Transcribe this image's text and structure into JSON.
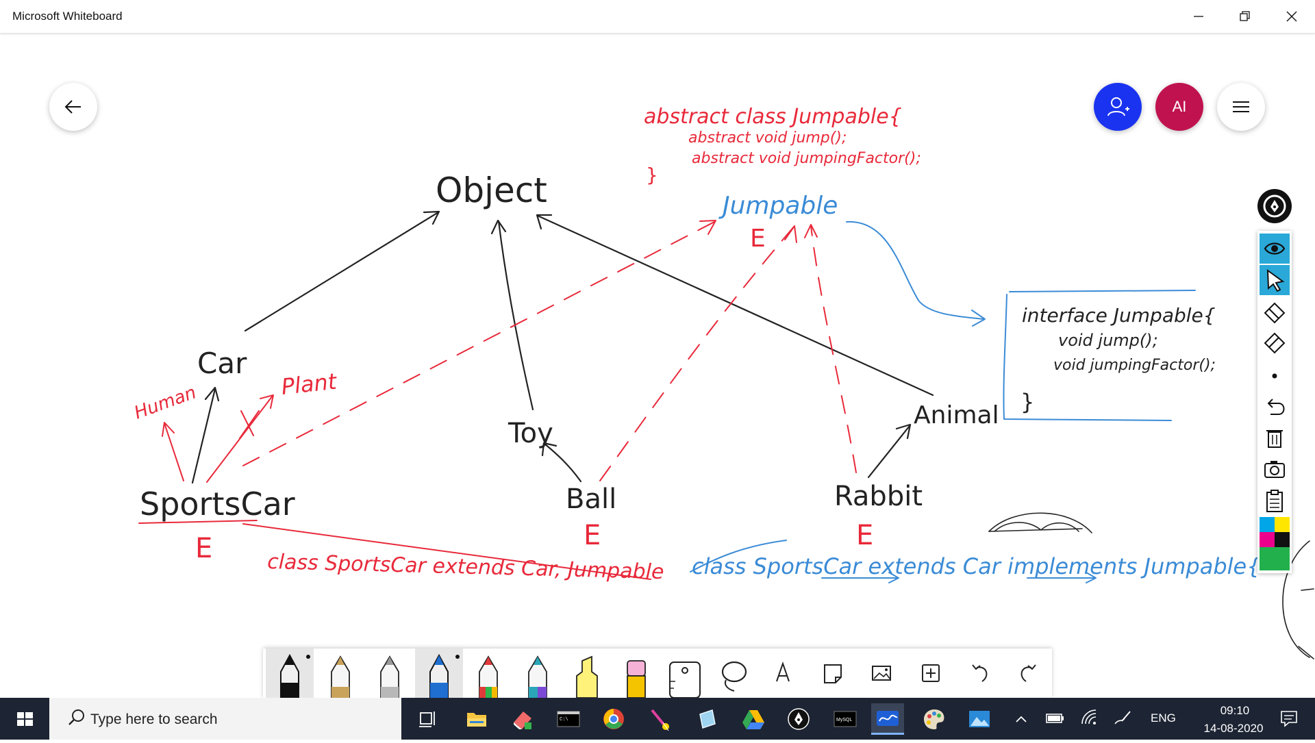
{
  "window": {
    "title": "Microsoft Whiteboard",
    "minimize_label": "Minimize",
    "restore_label": "Restore",
    "close_label": "Close"
  },
  "header": {
    "avatar_initials": "AI"
  },
  "board": {
    "abstract_line1": "abstract class Jumpable{",
    "abstract_line2": "abstract void jump();",
    "abstract_line3": "abstract void jumpingFactor();",
    "abstract_line4": "}",
    "node_object": "Object",
    "node_jumpable": "Jumpable",
    "node_jumpable_e": "E",
    "node_car": "Car",
    "node_human": "Human",
    "node_plant": "Plant",
    "node_toy": "Toy",
    "node_animal": "Animal",
    "node_sportscar": "SportsCar",
    "node_sportscar_e": "E",
    "node_ball": "Ball",
    "node_ball_e": "E",
    "node_rabbit": "Rabbit",
    "node_rabbit_e": "E",
    "interface_line1": "interface Jumpable{",
    "interface_line2": "void jump();",
    "interface_line3": "void jumpingFactor();",
    "interface_line4": "}",
    "strike_note": "class SportsCar extends Car, Jumpable",
    "blue_note": "class SportsCar extends Car implements Jumpable{"
  },
  "colors": {
    "ink_black": "#222222",
    "ink_red": "#e8293a",
    "ink_blue": "#3a8bd6",
    "invite_button": "#1a33f0",
    "avatar_bg": "#c0124f",
    "taskbar_bg": "#1d2433",
    "tool_active": "#2aa8d8"
  },
  "side_tools": [
    {
      "name": "view-icon"
    },
    {
      "name": "select-icon"
    },
    {
      "name": "eraser-icon"
    },
    {
      "name": "ruler-eraser-icon"
    },
    {
      "name": "dot-icon"
    },
    {
      "name": "undo-icon"
    },
    {
      "name": "delete-icon"
    },
    {
      "name": "camera-icon"
    },
    {
      "name": "clipboard-icon"
    }
  ],
  "ink_tools": [
    {
      "name": "black-pen",
      "color": "#111111"
    },
    {
      "name": "gold-pen",
      "color": "#c9a35a"
    },
    {
      "name": "silver-pen",
      "color": "#b8b8b8"
    },
    {
      "name": "blue-pen",
      "color": "#1f6fd1"
    },
    {
      "name": "rainbow-pen",
      "color": "#e03b3b"
    },
    {
      "name": "galaxy-pen",
      "color": "#2aa6b8"
    },
    {
      "name": "highlighter",
      "color": "#fff27a"
    },
    {
      "name": "eraser",
      "color": "#f6b2d6"
    }
  ],
  "taskbar": {
    "search_placeholder": "Type here to search",
    "language": "ENG",
    "time": "09:10",
    "date": "14-08-2020"
  }
}
